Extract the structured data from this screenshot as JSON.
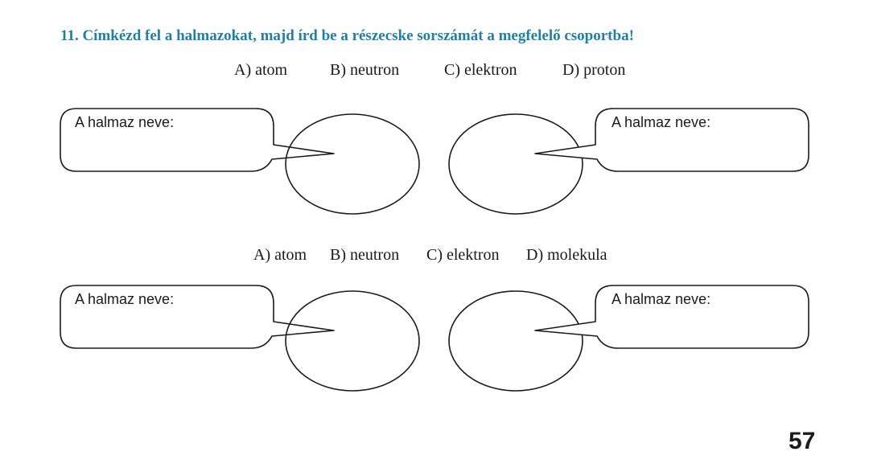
{
  "exercise": {
    "title": "11. Címkézd fel a halmazokat, majd írd be a részecske sorszámát a megfelelő csoportba!"
  },
  "group1": {
    "options": [
      "A) atom",
      "B) neutron",
      "C) elektron",
      "D) proton"
    ],
    "left_label": "A halmaz neve:",
    "right_label": "A halmaz neve:"
  },
  "group2": {
    "options": [
      "A) atom",
      "B) neutron",
      "C) elektron",
      "D) molekula"
    ],
    "left_label": "A halmaz neve:",
    "right_label": "A halmaz neve:"
  },
  "page": {
    "number": "57"
  },
  "colors": {
    "title": "#1f7fa6",
    "text": "#1a1a1a"
  }
}
